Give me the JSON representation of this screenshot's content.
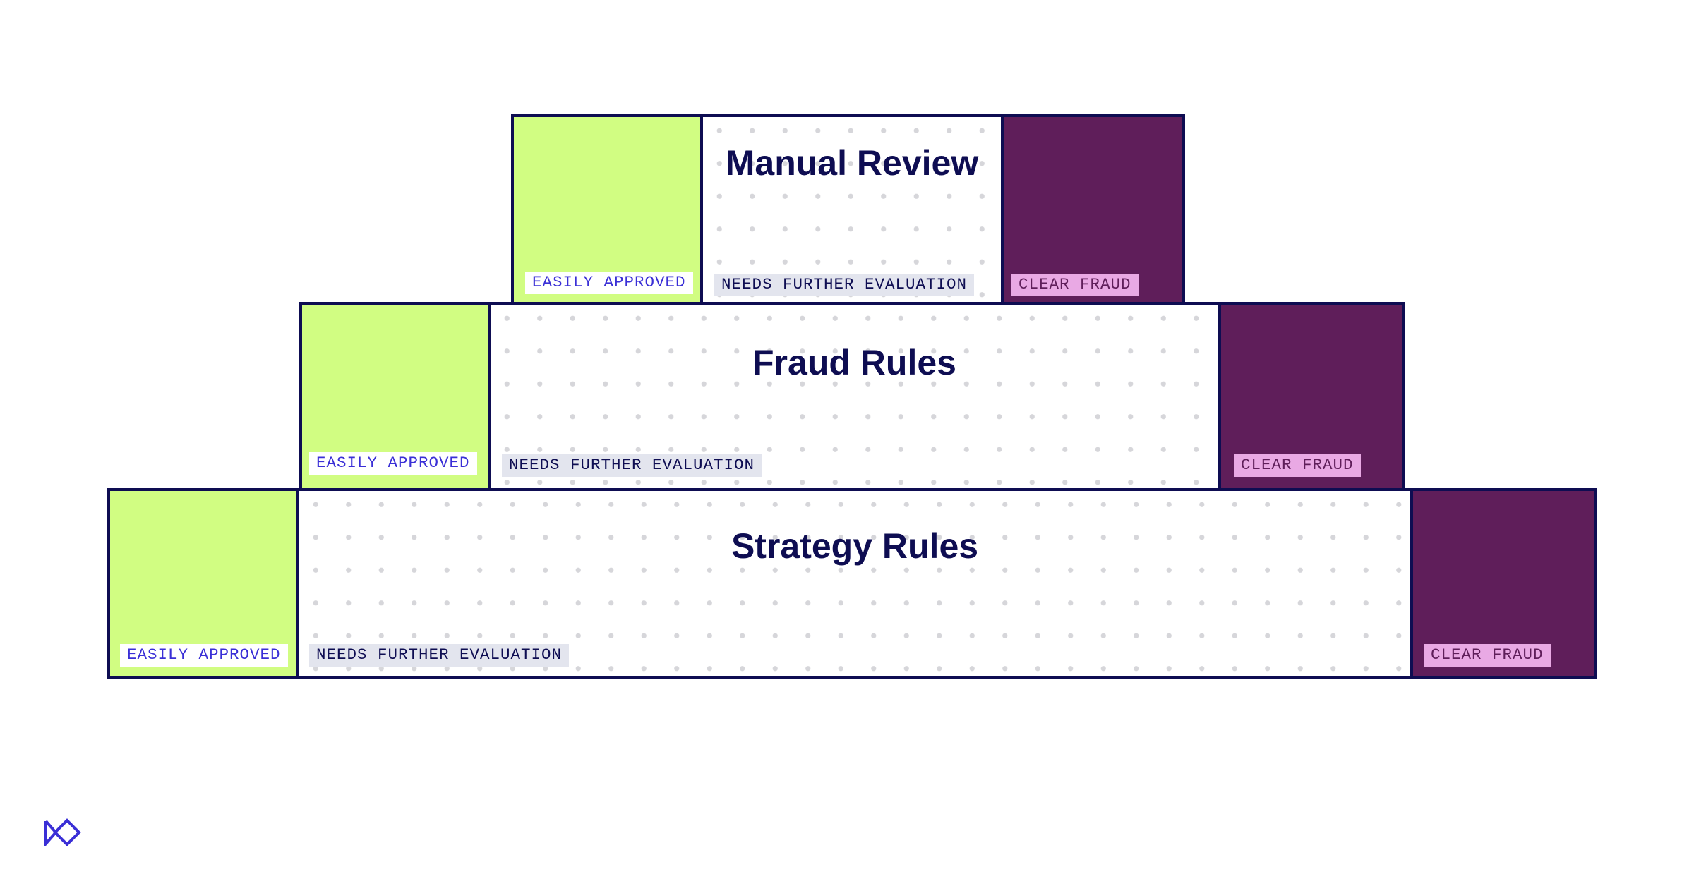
{
  "tiers": [
    {
      "title": "Manual Review",
      "approved_label": "EASILY APPROVED",
      "review_label": "NEEDS FURTHER EVALUATION",
      "fraud_label": "CLEAR FRAUD"
    },
    {
      "title": "Fraud Rules",
      "approved_label": "EASILY APPROVED",
      "review_label": "NEEDS FURTHER EVALUATION",
      "fraud_label": "CLEAR FRAUD"
    },
    {
      "title": "Strategy Rules",
      "approved_label": "EASILY APPROVED",
      "review_label": "NEEDS FURTHER EVALUATION",
      "fraud_label": "CLEAR FRAUD"
    }
  ],
  "colors": {
    "approved": "#d1fd82",
    "fraud": "#5f1e5a",
    "outline": "#0e0d52",
    "approved_text": "#3a2fd6",
    "fraud_tag": "#e9a9e4"
  },
  "icons": {
    "logo": "brand-logo-icon"
  }
}
